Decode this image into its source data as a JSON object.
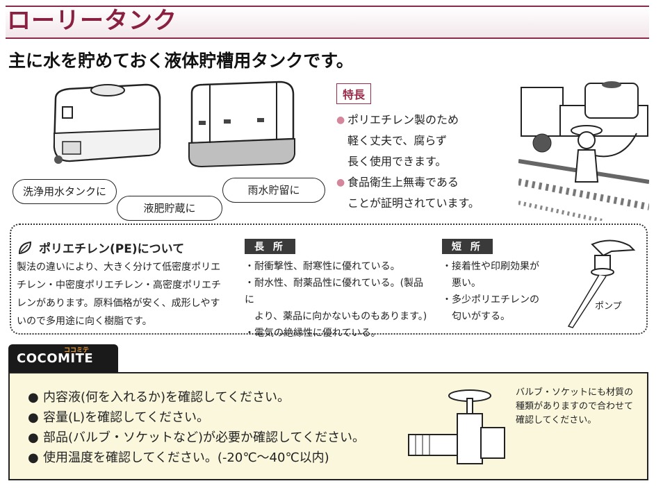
{
  "header": {
    "title": "ローリータンク"
  },
  "subtitle": "主に水を貯めておく液体貯槽用タンクです。",
  "uses": [
    "洗浄用水タンクに",
    "液肥貯蔵に",
    "雨水貯留に"
  ],
  "features": {
    "badge": "特長",
    "items": [
      "ポリエチレン製のため\n軽く丈夫で、腐らず\n長く使用できます。",
      "食品衛生上無毒である\nことが証明されています。"
    ]
  },
  "pe": {
    "title": "ポリエチレン(PE)について",
    "description": "製法の違いにより、大きく分けて低密度ポリエチレン・中密度ポリエチレン・高密度ポリエチレンがあります。原料価格が安く、成形しやすいので多用途に向く樹脂です。",
    "pros_label": "長 所",
    "pros": [
      "・耐衝撃性、耐寒性に優れている。",
      "・耐水性、耐薬品性に優れている。(製品に\n　より、薬品に向かないものもあります。)",
      "・電気の絶縁性に優れている。"
    ],
    "cons_label": "短 所",
    "cons": [
      "・接着性や印刷効果が\n　悪い。",
      "・多少ポリエチレンの\n　匂いがする。"
    ],
    "pump_label": "ポンプ"
  },
  "cocomite": {
    "brand": "COCOMITE",
    "brand_small": "ココミテ",
    "items": [
      "内容液(何を入れるか)を確認してください。",
      "容量(L)を確認してください。",
      "部品(バルブ・ソケットなど)が必要か確認してください。",
      "使用温度を確認してください。(-20℃〜40℃以内)"
    ],
    "note": "バルブ・ソケットにも材質の種類がありますので合わせて確認してください。"
  },
  "colors": {
    "accent": "#8a2040",
    "bullet": "#d4879c",
    "note_bg": "#faf7dc"
  }
}
